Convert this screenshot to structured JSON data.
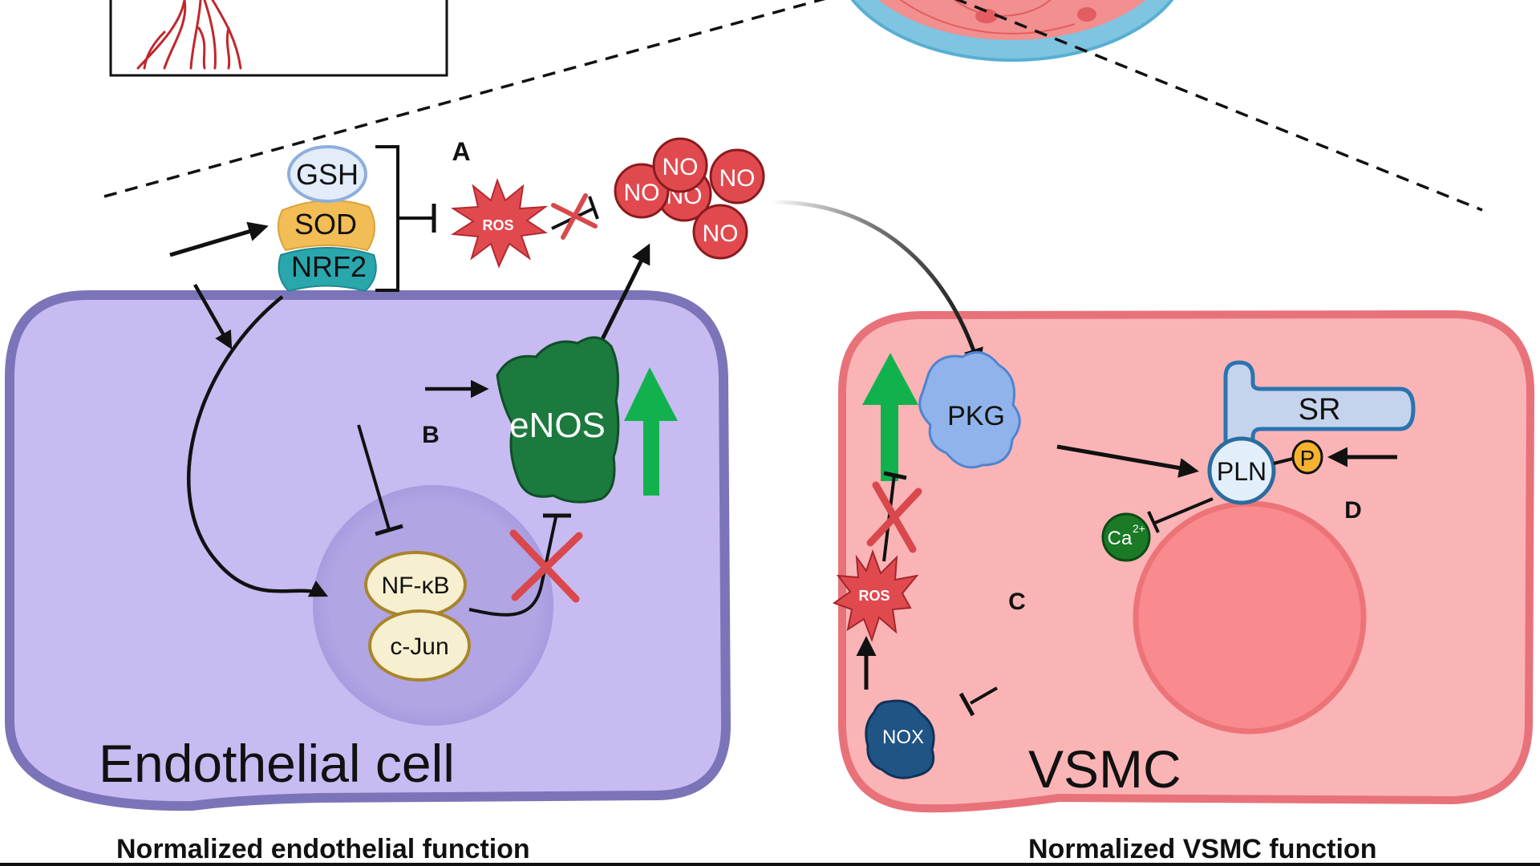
{
  "figure": {
    "inset_box": {
      "label": "vascular-network-inset"
    },
    "panel_labels": {
      "a": "A",
      "b": "B",
      "c": "C",
      "d": "D"
    },
    "endothelial": {
      "cell_title": "Endothelial cell",
      "caption": "Normalized endothelial function",
      "antioxidants": [
        "GSH",
        "SOD",
        "NRF2"
      ],
      "ros": "ROS",
      "no_molecules": [
        "NO",
        "NO",
        "NO",
        "NO",
        "NO"
      ],
      "enos": "eNOS",
      "transcription_factors": [
        "NF-κB",
        "c-Jun"
      ]
    },
    "vsmc": {
      "cell_title": "VSMC",
      "caption": "Normalized VSMC function",
      "pkg": "PKG",
      "sr": "SR",
      "pln": "PLN",
      "phospho": "P",
      "calcium": "Ca",
      "calcium_charge": "2+",
      "ros": "ROS",
      "nox": "NOX"
    },
    "colors": {
      "endothelial_fill": "#c8bbf2",
      "endothelial_border": "#7c74b8",
      "vsmc_fill": "#fbb4b6",
      "vsmc_border": "#e8727a",
      "ros_red": "#e04a4f",
      "up_arrow_green": "#11b24e",
      "enos_green": "#1c7a3e",
      "pkg_blue": "#8fb3ea",
      "nox_navy": "#1f5485",
      "inhibition_x": "#d9484c"
    }
  }
}
